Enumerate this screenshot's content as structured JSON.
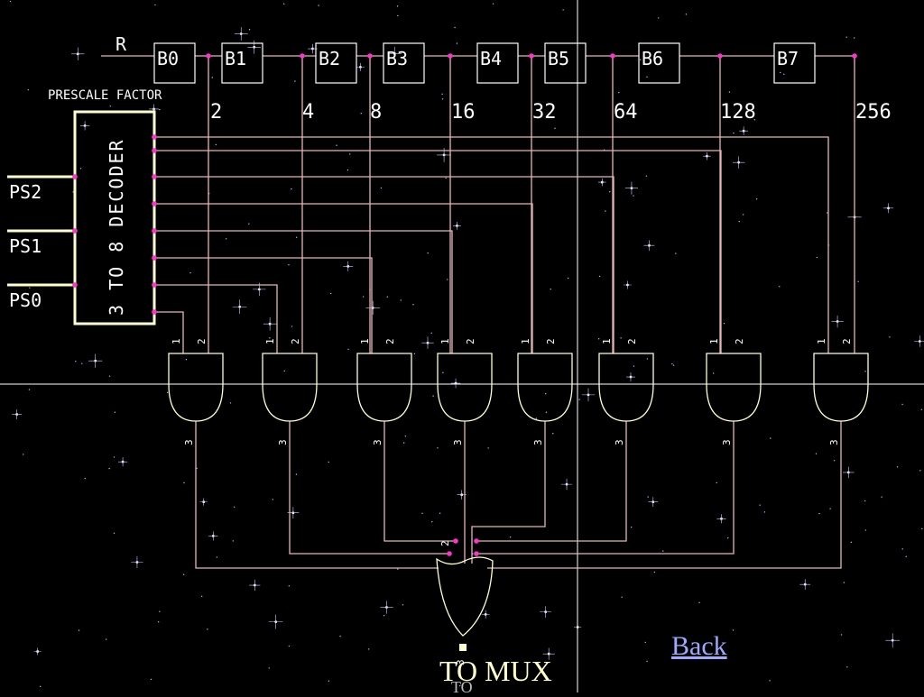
{
  "register": {
    "reset_label": "R",
    "bits": [
      "B0",
      "B1",
      "B2",
      "B3",
      "B4",
      "B5",
      "B6",
      "B7"
    ]
  },
  "prescale": {
    "heading": "PRESCALE FACTOR",
    "factors": [
      "2",
      "4",
      "8",
      "16",
      "32",
      "64",
      "128",
      "256"
    ]
  },
  "decoder": {
    "label": "3 TO 8 DECODER",
    "inputs": [
      "PS2",
      "PS1",
      "PS0"
    ]
  },
  "gates": {
    "pin_in_1": "1",
    "pin_in_2": "2",
    "pin_out": "3",
    "or_pin_2": "2",
    "or_pin_3": "3"
  },
  "output": {
    "label": "TO MUX",
    "ghost": "TO"
  },
  "nav": {
    "back_label": "Back"
  },
  "colors": {
    "background": "#000000",
    "wire": "#e8b4b8",
    "node": "#ff33cc",
    "gate_outline": "#ffffcc",
    "label": "#ffffff",
    "back_link": "#9fa8ff"
  }
}
